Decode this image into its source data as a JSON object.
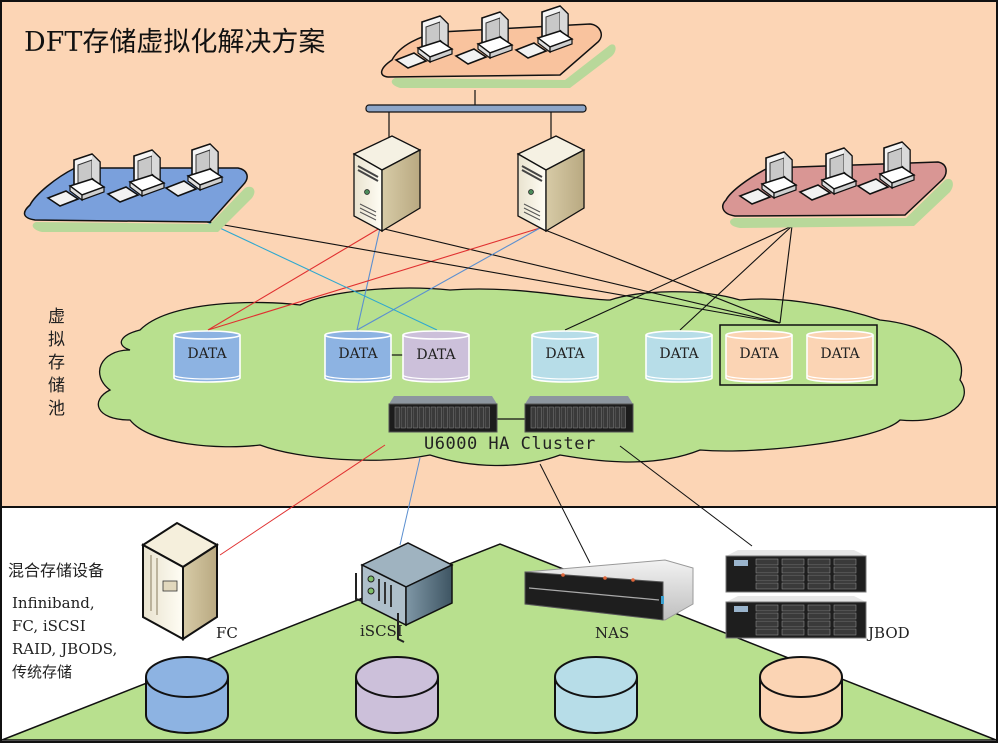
{
  "title": "DFT存储虚拟化解决方案",
  "virtual_pool": {
    "label": "虚拟存储池",
    "data_volumes": [
      {
        "label": "DATA",
        "color": "#8db3e2"
      },
      {
        "label": "DATA",
        "color": "#8db3e2"
      },
      {
        "label": "DATA",
        "color": "#ccc0da"
      },
      {
        "label": "DATA",
        "color": "#b7dde8"
      },
      {
        "label": "DATA",
        "color": "#b7dde8"
      },
      {
        "label": "DATA",
        "color": "#fbd4b4"
      },
      {
        "label": "DATA",
        "color": "#fbd4b4"
      }
    ],
    "cluster_label": "U6000 HA Cluster"
  },
  "client_groups": [
    {
      "name": "top",
      "color": "#f9c39e",
      "computers": 3
    },
    {
      "name": "left",
      "color": "#7aa0dc",
      "computers": 3
    },
    {
      "name": "right",
      "color": "#d99694",
      "computers": 3
    }
  ],
  "servers": 2,
  "mixed_storage": {
    "title": "混合存储设备",
    "lines": "Infiniband,\nFC, iSCSI\nRAID, JBODS,\n传统存储"
  },
  "devices": [
    {
      "label": "FC",
      "disk_color": "#8db3e2"
    },
    {
      "label": "iSCSI",
      "disk_color": "#ccc0da"
    },
    {
      "label": "NAS",
      "disk_color": "#b7dde8"
    },
    {
      "label": "JBOD",
      "disk_color": "#fbd4b4"
    }
  ],
  "colors": {
    "top_background": "#fcd5b5",
    "bottom_background": "#ffffff",
    "pool_fill": "#b8e08e",
    "link_red": "#e03030",
    "link_blue": "#5b8fd0",
    "link_cyan": "#2ea8d0",
    "link_black": "#111111"
  }
}
